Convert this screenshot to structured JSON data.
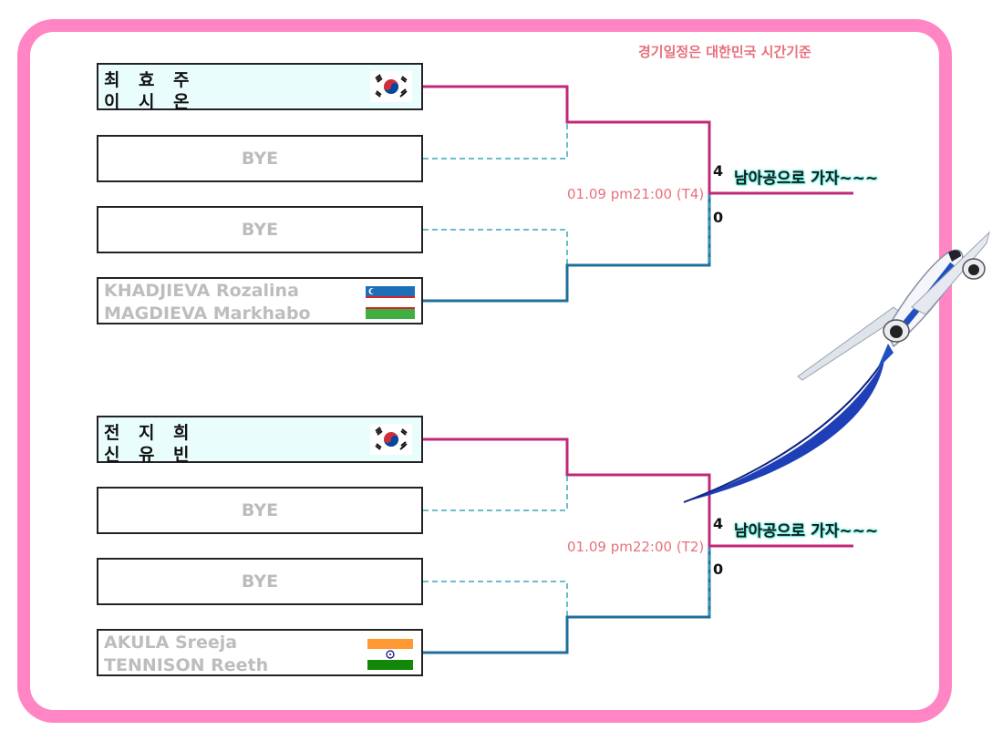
{
  "notice": "경기일정은 대한민국 시간기준",
  "bracket_a": {
    "team1": {
      "player1": [
        "최",
        "효",
        "주"
      ],
      "player2": [
        "이",
        "시",
        "온"
      ],
      "flag": "south-korea-flag"
    },
    "bye1": "BYE",
    "bye2": "BYE",
    "team2": {
      "player1": "KHADJIEVA Rozalina",
      "player2": "MAGDIEVA Markhabo",
      "flag": "uzbekistan-flag"
    },
    "schedule": "01.09 pm21:00 (T4)",
    "score_top": "4",
    "score_bottom": "0",
    "cheer": "남아공으로 가자~~~"
  },
  "bracket_b": {
    "team1": {
      "player1": [
        "전",
        "지",
        "희"
      ],
      "player2": [
        "신",
        "유",
        "빈"
      ],
      "flag": "south-korea-flag"
    },
    "bye1": "BYE",
    "bye2": "BYE",
    "team2": {
      "player1": "AKULA Sreeja",
      "player2": "TENNISON Reeth",
      "flag": "india-flag"
    },
    "schedule": "01.09 pm22:00 (T2)",
    "score_top": "4",
    "score_bottom": "0",
    "cheer": "남아공으로 가자~~~"
  },
  "colors": {
    "frame": "#ff85c4",
    "winner_line": "#c2287a",
    "loser_line": "#1f6f9c",
    "bye_line": "#3aa7b8",
    "schedule_text": "#e8707c"
  },
  "decoration": "airplane-illustration"
}
